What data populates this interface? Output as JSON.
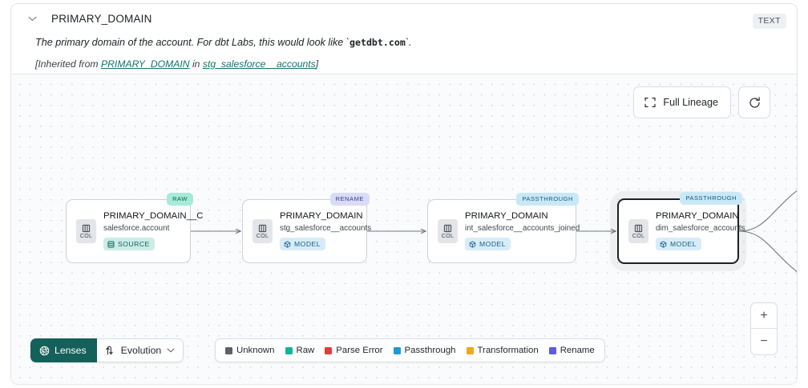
{
  "header": {
    "chevron_icon": "chevron-down-icon",
    "title": "PRIMARY_DOMAIN",
    "type_badge": "TEXT",
    "description_prefix": "The primary domain of the account. For dbt Labs, this would look like `",
    "description_code": "getdbt.com",
    "description_suffix": "`.",
    "inherited_open": "[Inherited from ",
    "inherited_link1": "PRIMARY_DOMAIN",
    "inherited_mid": " in ",
    "inherited_link2": "stg_salesforce__accounts",
    "inherited_close": "]"
  },
  "controls": {
    "full_lineage_label": "Full Lineage",
    "full_lineage_icon": "expand-corners-icon",
    "refresh_icon": "refresh-icon",
    "zoom_in_label": "+",
    "zoom_out_label": "−"
  },
  "graph": {
    "nodes": [
      {
        "column": "PRIMARY_DOMAIN__C",
        "table": "salesforce.account",
        "asset_type": "SOURCE",
        "asset_icon": "database-icon",
        "kind_badge": "RAW",
        "kind_class": "raw",
        "col_chip": "COL",
        "selected": false
      },
      {
        "column": "PRIMARY_DOMAIN",
        "table": "stg_salesforce__accounts",
        "asset_type": "MODEL",
        "asset_icon": "cube-icon",
        "kind_badge": "RENAME",
        "kind_class": "rename",
        "col_chip": "COL",
        "selected": false
      },
      {
        "column": "PRIMARY_DOMAIN",
        "table": "int_salesforce__accounts_joined",
        "asset_type": "MODEL",
        "asset_icon": "cube-icon",
        "kind_badge": "PASSTHROUGH",
        "kind_class": "passthrough",
        "col_chip": "COL",
        "selected": false
      },
      {
        "column": "PRIMARY_DOMAIN",
        "table": "dim_salesforce_accounts",
        "asset_type": "MODEL",
        "asset_icon": "cube-icon",
        "kind_badge": "PASSTHROUGH",
        "kind_class": "passthrough",
        "col_chip": "COL",
        "selected": true
      }
    ]
  },
  "toolbar": {
    "lenses_label": "Lenses",
    "lenses_icon": "aperture-icon",
    "evolution_label": "Evolution",
    "evolution_icon": "evolution-arrows-icon",
    "evolution_chevron": "chevron-down-icon"
  },
  "legend": {
    "items": [
      {
        "label": "Unknown",
        "color": "#5c6167"
      },
      {
        "label": "Raw",
        "color": "#12b396"
      },
      {
        "label": "Parse Error",
        "color": "#e23c3c"
      },
      {
        "label": "Passthrough",
        "color": "#1c9ad6"
      },
      {
        "label": "Transformation",
        "color": "#f0a818"
      },
      {
        "label": "Rename",
        "color": "#5b5be0"
      }
    ]
  }
}
